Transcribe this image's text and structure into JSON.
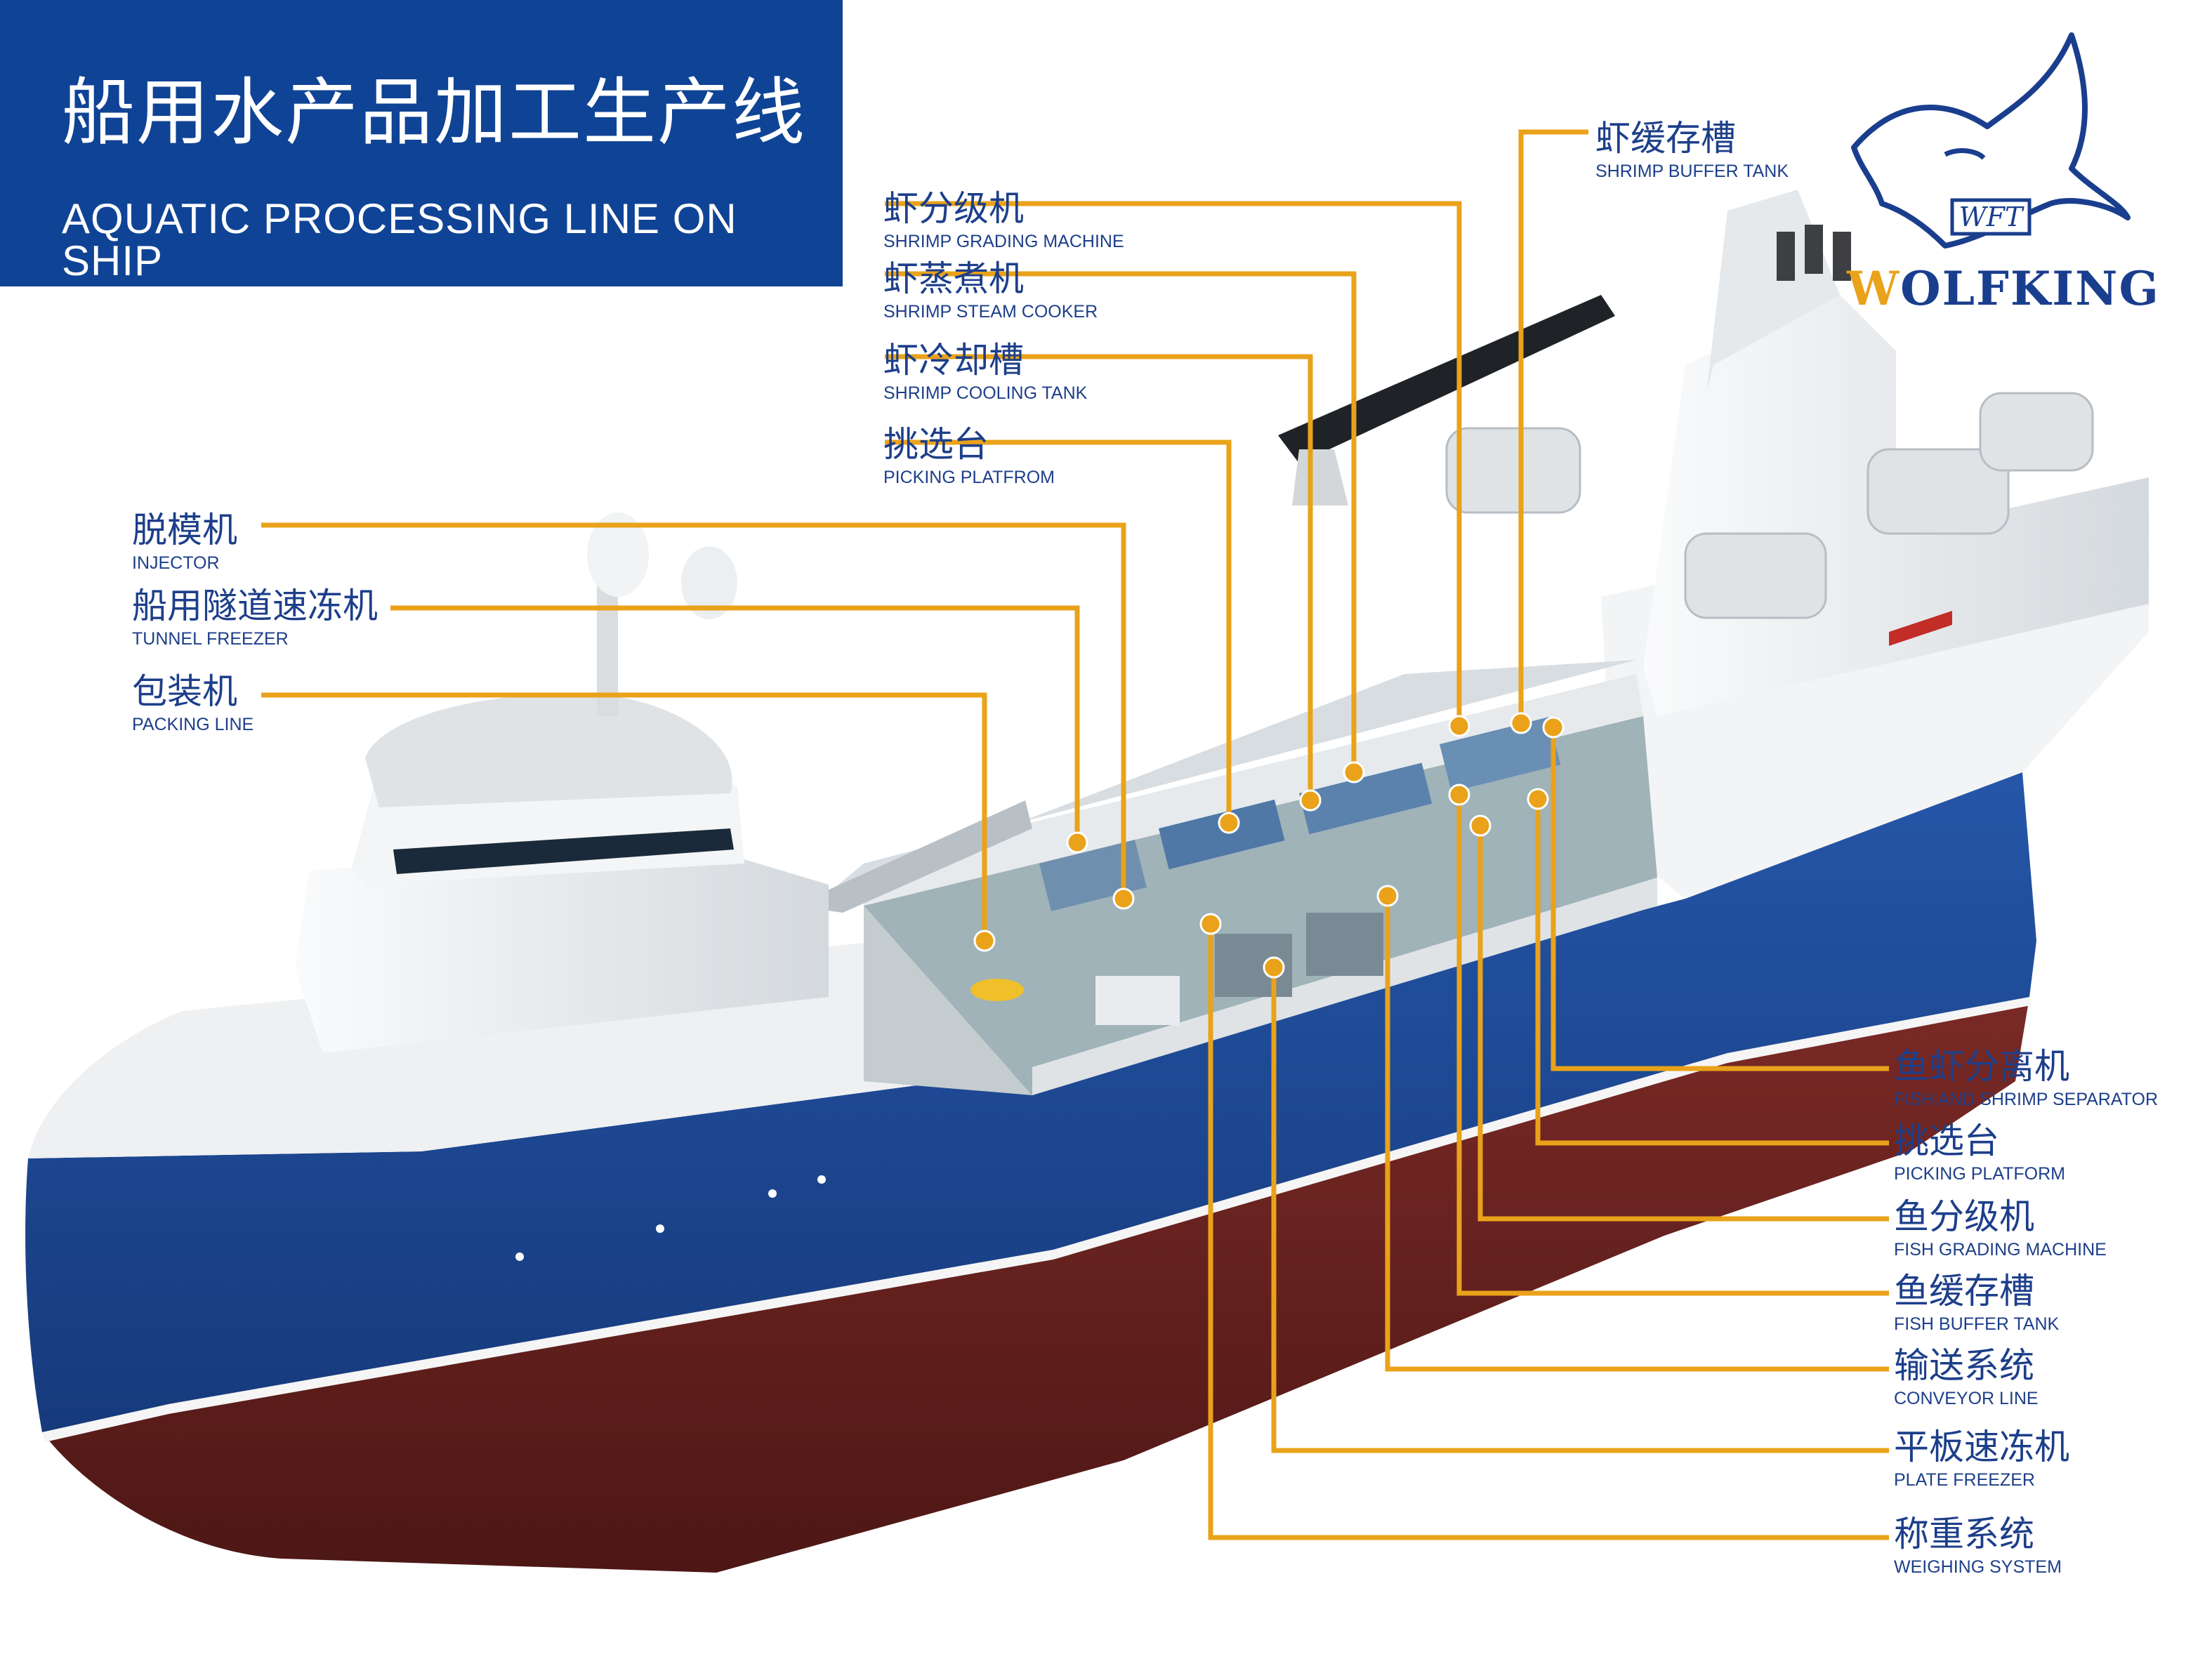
{
  "title": {
    "cn": "船用水产品加工生产线",
    "en": "AQUATIC PROCESSING LINE ON SHIP"
  },
  "logo": {
    "icon": "wolf-head-icon",
    "badge": "WFT",
    "name_first": "W",
    "name_rest": "OLFKING",
    "primary_color": "#1a3e8e",
    "accent_color": "#e9a21a"
  },
  "colors": {
    "title_bg": "#0f4395",
    "callout": "#e9a21a",
    "label_text": "#1d3f8a",
    "hull_blue": "#1d4a98",
    "hull_red": "#6e2421"
  },
  "labels": {
    "shrimp_buffer_tank": {
      "cn": "虾缓存槽",
      "en": "SHRIMP BUFFER TANK"
    },
    "shrimp_grading": {
      "cn": "虾分级机",
      "en": "SHRIMP GRADING MACHINE"
    },
    "shrimp_steam": {
      "cn": "虾蒸煮机",
      "en": "SHRIMP STEAM COOKER"
    },
    "shrimp_cooling": {
      "cn": "虾冷却槽",
      "en": "SHRIMP COOLING TANK"
    },
    "picking_top": {
      "cn": "挑选台",
      "en": "PICKING PLATFROM"
    },
    "injector": {
      "cn": "脱模机",
      "en": "INJECTOR"
    },
    "tunnel_freezer": {
      "cn": "船用隧道速冻机",
      "en": "TUNNEL FREEZER"
    },
    "packing": {
      "cn": "包装机",
      "en": "PACKING LINE"
    },
    "separator": {
      "cn": "鱼虾分离机",
      "en": "FISH AND SHRIMP SEPARATOR"
    },
    "picking_right": {
      "cn": "挑选台",
      "en": "PICKING PLATFORM"
    },
    "fish_grading": {
      "cn": "鱼分级机",
      "en": "FISH GRADING MACHINE"
    },
    "fish_buffer": {
      "cn": "鱼缓存槽",
      "en": "FISH  BUFFER TANK"
    },
    "conveyor": {
      "cn": "输送系统",
      "en": "CONVEYOR LINE"
    },
    "plate_freezer": {
      "cn": "平板速冻机",
      "en": "PLATE FREEZER"
    },
    "weighing": {
      "cn": "称重系统",
      "en": "WEIGHING SYSTEM"
    }
  }
}
